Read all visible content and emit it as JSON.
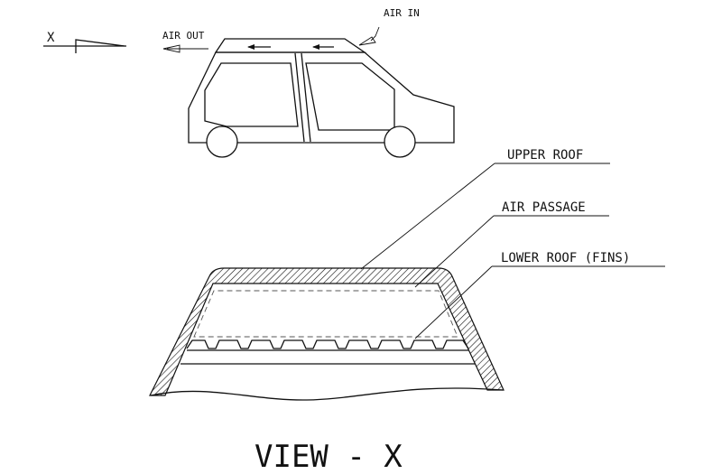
{
  "diagram": {
    "view_marker": "X",
    "air_out": "AIR OUT",
    "air_in": "AIR IN",
    "labels": {
      "upper_roof": "UPPER ROOF",
      "air_passage": "AIR PASSAGE",
      "lower_roof": "LOWER ROOF (FINS)"
    },
    "caption": "VIEW - X"
  }
}
